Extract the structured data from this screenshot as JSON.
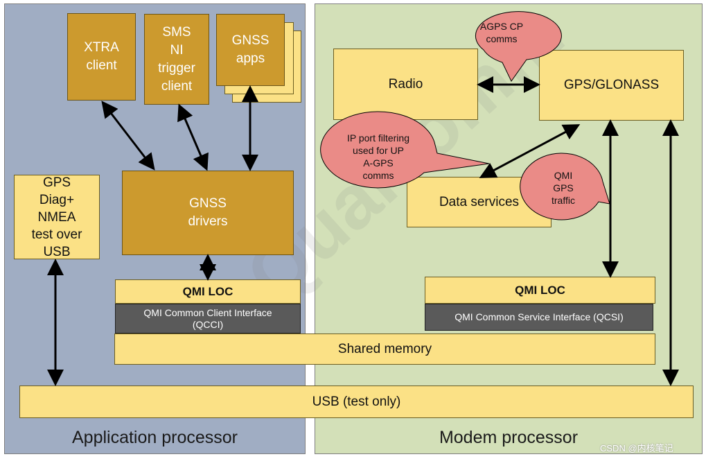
{
  "panels": {
    "application": "Application processor",
    "modem": "Modem processor"
  },
  "app_blocks": {
    "xtra_client": "XTRA\nclient",
    "sms_ni_client": "SMS\nNI\ntrigger\nclient",
    "gnss_apps": "GNSS\napps",
    "gps_diag": "GPS\nDiag+\nNMEA\ntest over\nUSB",
    "gnss_drivers": "GNSS\ndrivers",
    "qmi_loc_app": "QMI LOC",
    "qcci": "QMI Common Client Interface\n(QCCI)"
  },
  "modem_blocks": {
    "radio": "Radio",
    "gps_glonass": "GPS/GLONASS",
    "data_services": "Data services",
    "qmi_loc_modem": "QMI LOC",
    "qcsi": "QMI Common Service Interface (QCSI)"
  },
  "shared": {
    "shared_memory": "Shared memory",
    "usb": "USB (test only)"
  },
  "callouts": {
    "agps_cp": "AGPS CP\ncomms",
    "ip_port": "IP port filtering\nused for UP\nA-GPS\ncomms",
    "qmi_gps": "QMI\nGPS\ntraffic"
  },
  "watermark": "Qualcomm",
  "credit": "CSDN @内核笔记",
  "colors": {
    "app_panel": "#a0adc3",
    "modem_panel": "#d3e0b8",
    "gold_block": "#cc9a2e",
    "yellow_block": "#fbe186",
    "dark_block": "#5a5a5a",
    "callout": "#ea8b87"
  }
}
